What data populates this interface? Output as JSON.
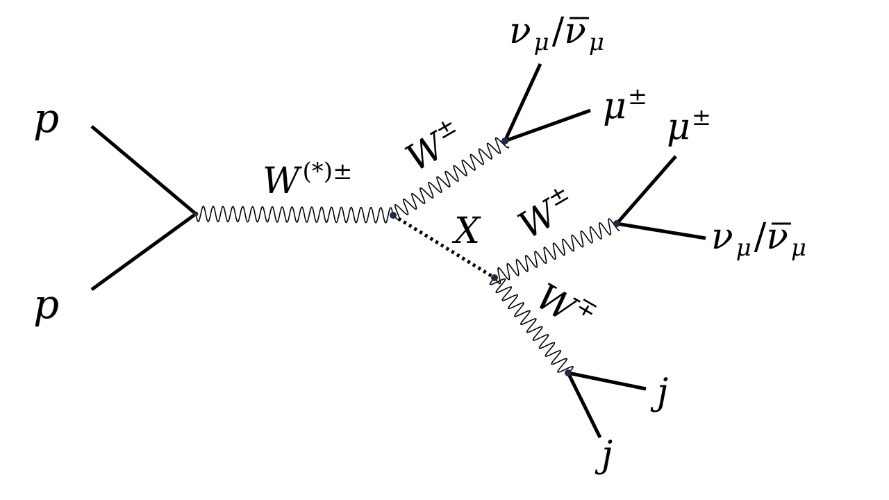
{
  "diagram": {
    "incoming": {
      "proton_top": "p",
      "proton_bottom": "p"
    },
    "propagator": {
      "symbol": "W",
      "superscript": "(*)±"
    },
    "upper_w": {
      "symbol": "W",
      "superscript": "±"
    },
    "scalar": {
      "symbol": "X"
    },
    "right_w": {
      "symbol": "W",
      "superscript": "±"
    },
    "lower_w": {
      "symbol": "W",
      "superscript": "∓"
    },
    "upper_decay": {
      "neutrino": {
        "nu": "ν",
        "sub": "μ",
        "slash": "/",
        "nubar": "ν",
        "bar": "‾",
        "sub2": "μ"
      },
      "muon": {
        "symbol": "μ",
        "superscript": "±"
      }
    },
    "right_decay": {
      "muon": {
        "symbol": "μ",
        "superscript": "±"
      },
      "neutrino": {
        "nu": "ν",
        "sub": "μ",
        "slash": "/",
        "nubar": "ν",
        "bar": "‾",
        "sub2": "μ"
      }
    },
    "jets": {
      "jet_a": "j",
      "jet_b": "j"
    }
  }
}
